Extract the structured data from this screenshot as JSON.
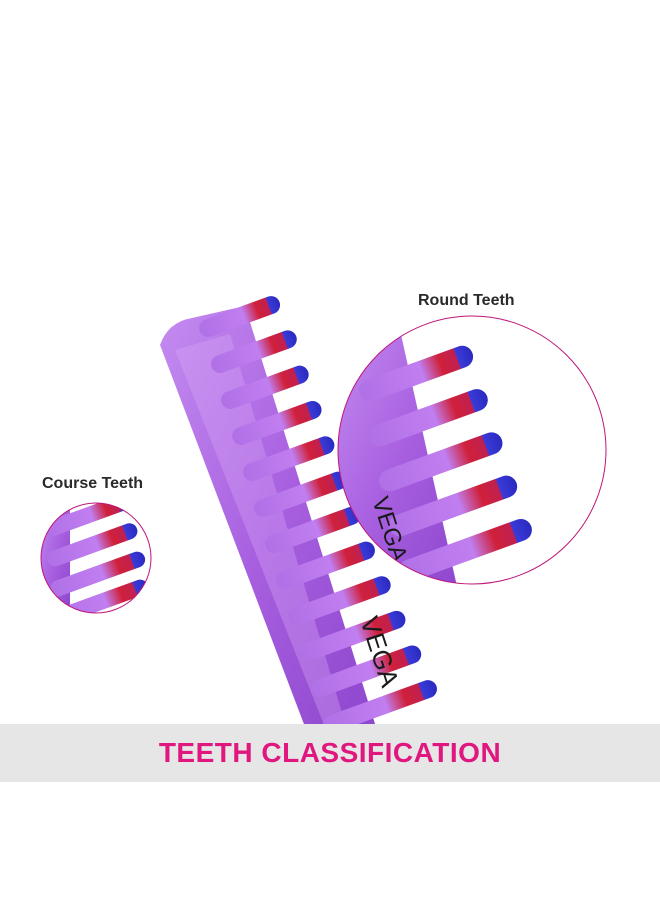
{
  "labels": {
    "round_teeth": "Round Teeth",
    "course_teeth": "Course Teeth"
  },
  "brand_text": "VEGA",
  "banner": {
    "title": "TEETH CLASSIFICATION"
  },
  "colors": {
    "comb_purple": "#a860e0",
    "tip_red": "#d0203a",
    "tip_blue": "#3a3ad8",
    "circle_outline": "#c0157a",
    "banner_text": "#e0177f",
    "banner_bg": "#e6e6e6"
  }
}
